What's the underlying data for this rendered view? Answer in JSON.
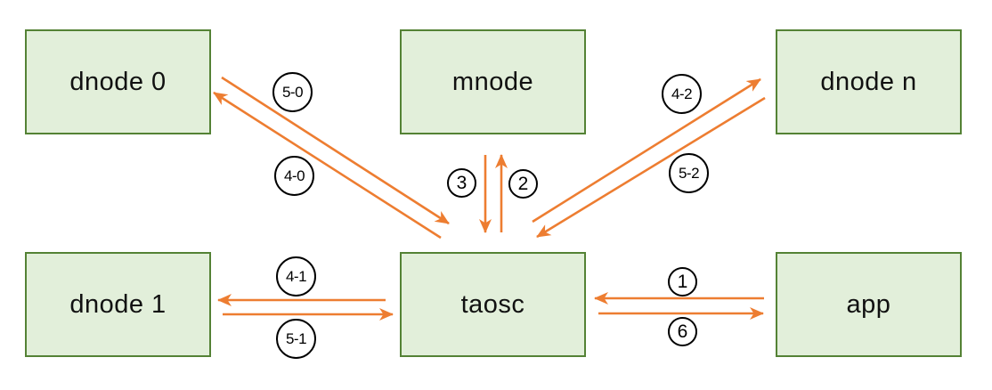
{
  "diagram": {
    "type": "flow-diagram",
    "nodes": [
      {
        "id": "dnode0",
        "label": "dnode 0"
      },
      {
        "id": "mnode",
        "label": "mnode"
      },
      {
        "id": "dnoden",
        "label": "dnode n"
      },
      {
        "id": "dnode1",
        "label": "dnode 1"
      },
      {
        "id": "taosc",
        "label": "taosc"
      },
      {
        "id": "app",
        "label": "app"
      }
    ],
    "edges": [
      {
        "label": "1",
        "from": "app",
        "to": "taosc"
      },
      {
        "label": "2",
        "from": "taosc",
        "to": "mnode"
      },
      {
        "label": "3",
        "from": "mnode",
        "to": "taosc"
      },
      {
        "label": "4-0",
        "from": "taosc",
        "to": "dnode 0"
      },
      {
        "label": "5-0",
        "from": "dnode 0",
        "to": "taosc"
      },
      {
        "label": "4-1",
        "from": "taosc",
        "to": "dnode 1"
      },
      {
        "label": "5-1",
        "from": "dnode 1",
        "to": "taosc"
      },
      {
        "label": "4-2",
        "from": "taosc",
        "to": "dnode n"
      },
      {
        "label": "5-2",
        "from": "dnode n",
        "to": "taosc"
      },
      {
        "label": "6",
        "from": "taosc",
        "to": "app"
      }
    ],
    "colors": {
      "arrow": "#ed7d31",
      "box_fill": "#e2efda",
      "box_border": "#548235",
      "label": "#000000"
    }
  }
}
